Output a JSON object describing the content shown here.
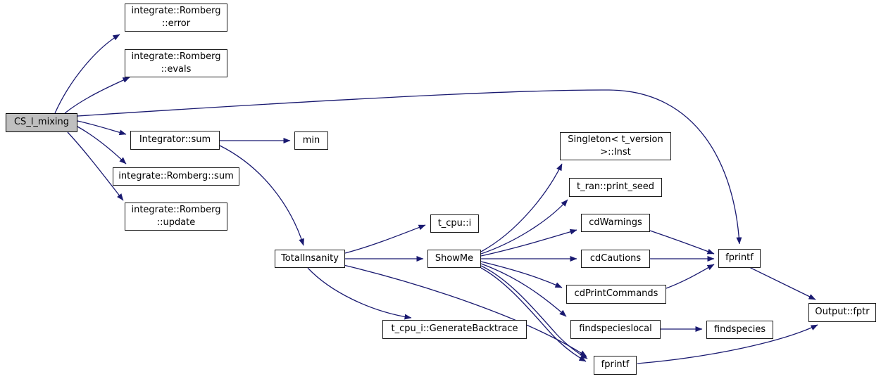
{
  "diagram": {
    "kind": "doxygen-call-graph",
    "background_color": "#ffffff",
    "edge_color": "#191970",
    "node_fill_color": "#ffffff",
    "node_border_color": "#1c1c1c",
    "root_node_fill_color": "#bfbfbf",
    "text_color": "#000000"
  },
  "nodes": {
    "cs_l_mixing": {
      "label": "CS_l_mixing"
    },
    "romberg_error": {
      "label": "integrate::Romberg\n::error"
    },
    "romberg_evals": {
      "label": "integrate::Romberg\n::evals"
    },
    "integrator_sum": {
      "label": "Integrator::sum"
    },
    "min": {
      "label": "min"
    },
    "romberg_sum": {
      "label": "integrate::Romberg::sum"
    },
    "romberg_update": {
      "label": "integrate::Romberg\n::update"
    },
    "totalinsanity": {
      "label": "TotalInsanity"
    },
    "t_cpu_i": {
      "label": "t_cpu::i"
    },
    "showme": {
      "label": "ShowMe"
    },
    "generate_backtrace": {
      "label": "t_cpu_i::GenerateBacktrace"
    },
    "singleton_inst": {
      "label": "Singleton< t_version\n>::Inst"
    },
    "print_seed": {
      "label": "t_ran::print_seed"
    },
    "cdwarnings": {
      "label": "cdWarnings"
    },
    "cdcautions": {
      "label": "cdCautions"
    },
    "cdprintcommands": {
      "label": "cdPrintCommands"
    },
    "findspecieslocal": {
      "label": "findspecieslocal"
    },
    "findspecies": {
      "label": "findspecies"
    },
    "fprintf_mid": {
      "label": "fprintf"
    },
    "fprintf_bottom": {
      "label": "fprintf"
    },
    "output_fptr": {
      "label": "Output::fptr"
    }
  },
  "edges": [
    {
      "from": "cs_l_mixing",
      "to": "romberg_error"
    },
    {
      "from": "cs_l_mixing",
      "to": "romberg_evals"
    },
    {
      "from": "cs_l_mixing",
      "to": "fprintf_mid"
    },
    {
      "from": "cs_l_mixing",
      "to": "integrator_sum"
    },
    {
      "from": "cs_l_mixing",
      "to": "romberg_sum"
    },
    {
      "from": "cs_l_mixing",
      "to": "romberg_update"
    },
    {
      "from": "integrator_sum",
      "to": "min"
    },
    {
      "from": "integrator_sum",
      "to": "totalinsanity"
    },
    {
      "from": "totalinsanity",
      "to": "t_cpu_i"
    },
    {
      "from": "totalinsanity",
      "to": "showme"
    },
    {
      "from": "totalinsanity",
      "to": "generate_backtrace"
    },
    {
      "from": "totalinsanity",
      "to": "fprintf_bottom"
    },
    {
      "from": "showme",
      "to": "singleton_inst"
    },
    {
      "from": "showme",
      "to": "print_seed"
    },
    {
      "from": "showme",
      "to": "cdwarnings"
    },
    {
      "from": "showme",
      "to": "cdcautions"
    },
    {
      "from": "showme",
      "to": "cdprintcommands"
    },
    {
      "from": "showme",
      "to": "findspecieslocal"
    },
    {
      "from": "showme",
      "to": "fprintf_bottom"
    },
    {
      "from": "cdwarnings",
      "to": "fprintf_mid"
    },
    {
      "from": "cdcautions",
      "to": "fprintf_mid"
    },
    {
      "from": "cdprintcommands",
      "to": "fprintf_mid"
    },
    {
      "from": "findspecieslocal",
      "to": "findspecies"
    },
    {
      "from": "fprintf_mid",
      "to": "output_fptr"
    },
    {
      "from": "fprintf_bottom",
      "to": "output_fptr"
    }
  ]
}
